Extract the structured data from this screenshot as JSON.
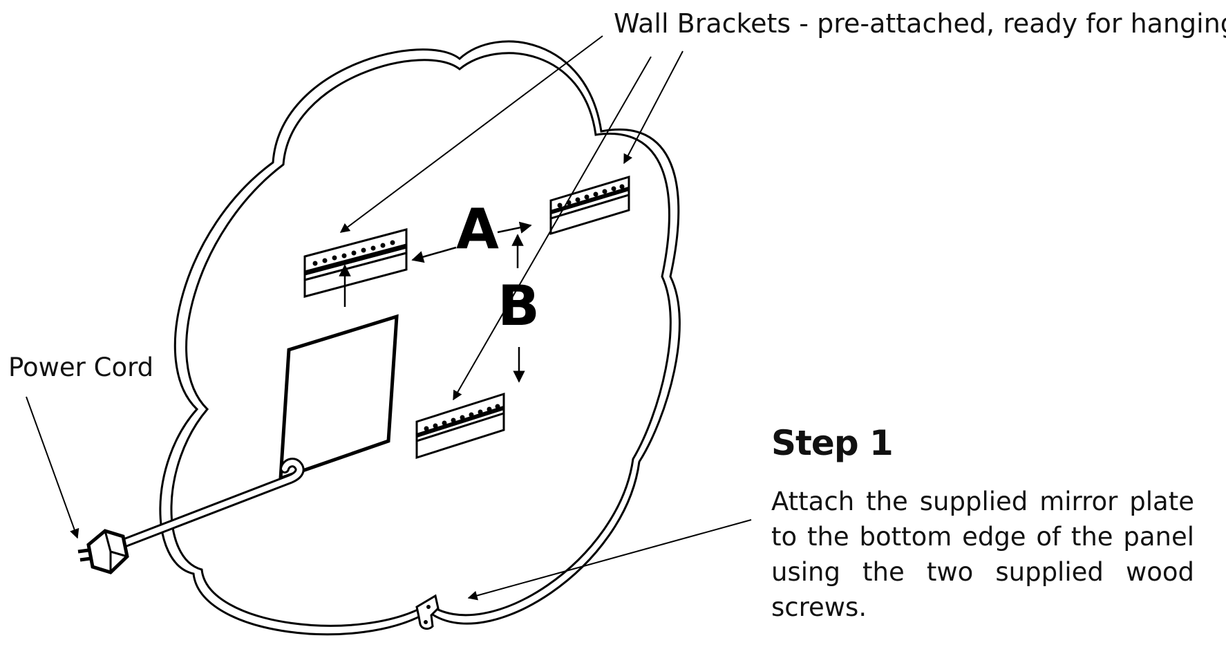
{
  "labels": {
    "wall_brackets": "Wall Brackets - pre-attached, ready for hanging.",
    "power_cord": "Power Cord"
  },
  "markers": {
    "a": "A",
    "b": "B"
  },
  "step": {
    "title": "Step 1",
    "text": "Attach the supplied mirror plate to the bottom edge of the panel using the two supplied wood screws."
  },
  "colors": {
    "line": "#000000",
    "background": "#ffffff"
  }
}
